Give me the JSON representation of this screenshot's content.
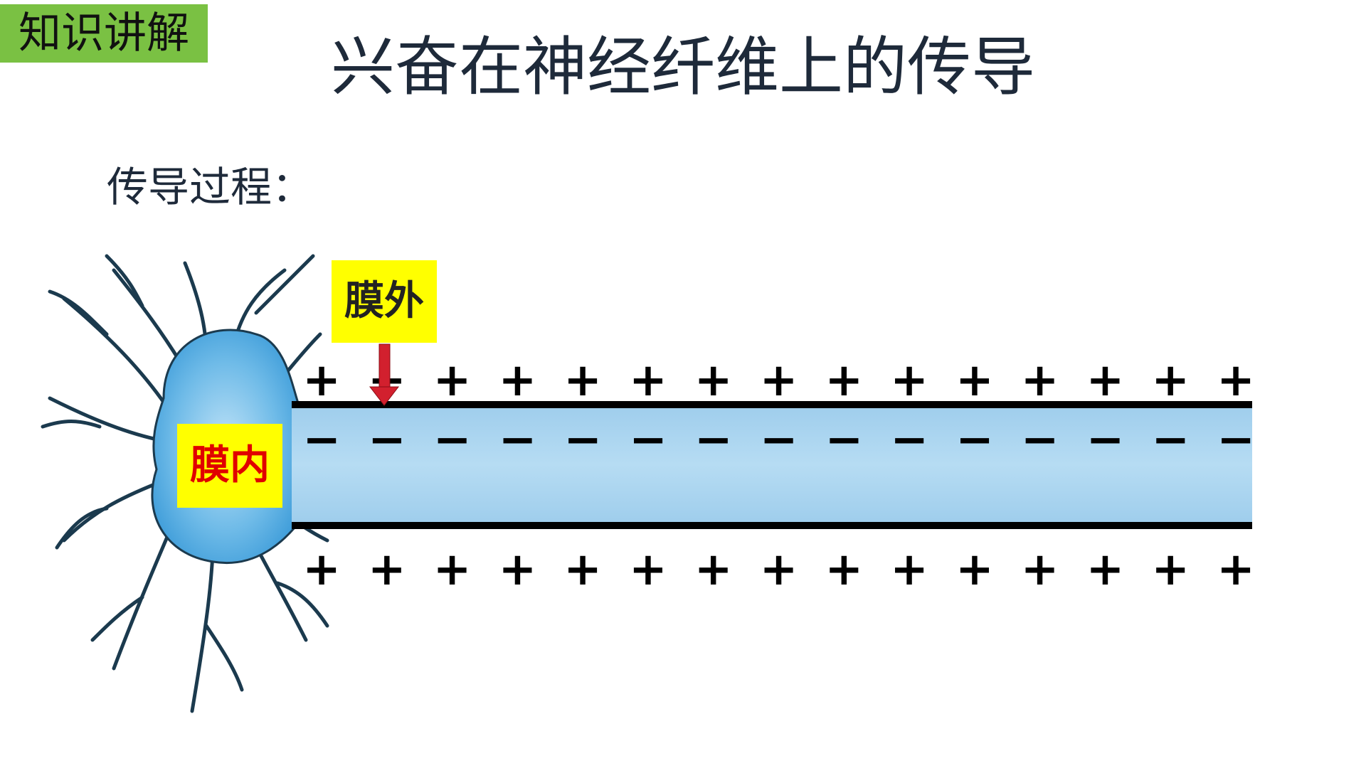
{
  "tag": "知识讲解",
  "title": "兴奋在神经纤维上的传导",
  "subtitle": "传导过程：",
  "labels": {
    "outside": "膜外",
    "inside": "膜内"
  },
  "charges": {
    "outer_sign": "+",
    "inner_sign": "−",
    "top_outer_count": 15,
    "top_inner_count": 15,
    "bottom_outer_count": 15
  },
  "colors": {
    "tag_bg": "#7ac143",
    "label_bg": "#ffff00",
    "inside_text": "#e00000",
    "arrow": "#d2202e",
    "axon_fill": "#a9d3ef",
    "neuron_fill": "#4aa8e0"
  }
}
